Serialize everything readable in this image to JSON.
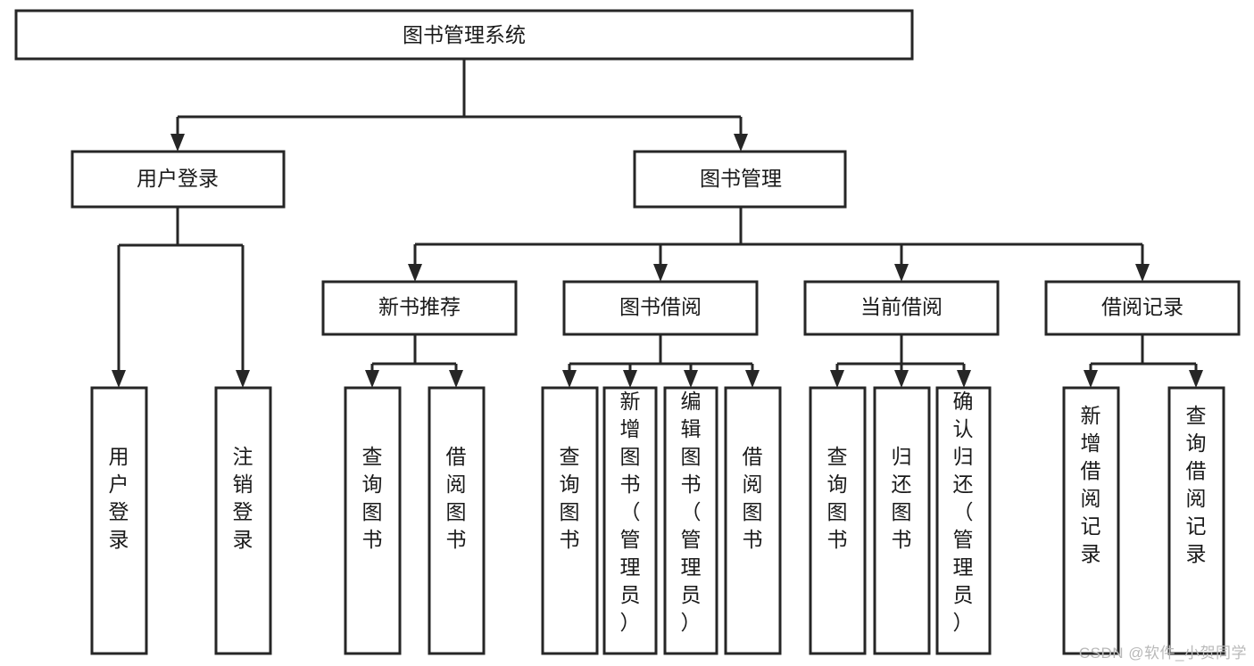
{
  "diagram": {
    "type": "tree-hierarchy",
    "title": "图书管理系统",
    "watermark": "CSDN @软件_小贺同学",
    "colors": {
      "stroke": "#262626",
      "fill": "#ffffff",
      "text": "#1a1a1a",
      "watermark": "#b9b9b9"
    },
    "levels": {
      "root": {
        "label": "图书管理系统"
      },
      "level2": [
        {
          "label": "用户登录"
        },
        {
          "label": "图书管理"
        }
      ],
      "level3": [
        {
          "label": "新书推荐"
        },
        {
          "label": "图书借阅"
        },
        {
          "label": "当前借阅"
        },
        {
          "label": "借阅记录"
        }
      ],
      "leaves": {
        "user_login": [
          {
            "label": "用户登录"
          },
          {
            "label": "注销登录"
          }
        ],
        "new_book_recommend": [
          {
            "label": "查询图书"
          },
          {
            "label": "借阅图书"
          }
        ],
        "book_borrow": [
          {
            "label": "查询图书"
          },
          {
            "label": "新增图书（管理员）"
          },
          {
            "label": "编辑图书（管理员）"
          },
          {
            "label": "借阅图书"
          }
        ],
        "current_borrow": [
          {
            "label": "查询图书"
          },
          {
            "label": "归还图书"
          },
          {
            "label": "确认归还（管理员）"
          }
        ],
        "borrow_record": [
          {
            "label": "新增借阅记录"
          },
          {
            "label": "查询借阅记录"
          }
        ]
      }
    }
  }
}
